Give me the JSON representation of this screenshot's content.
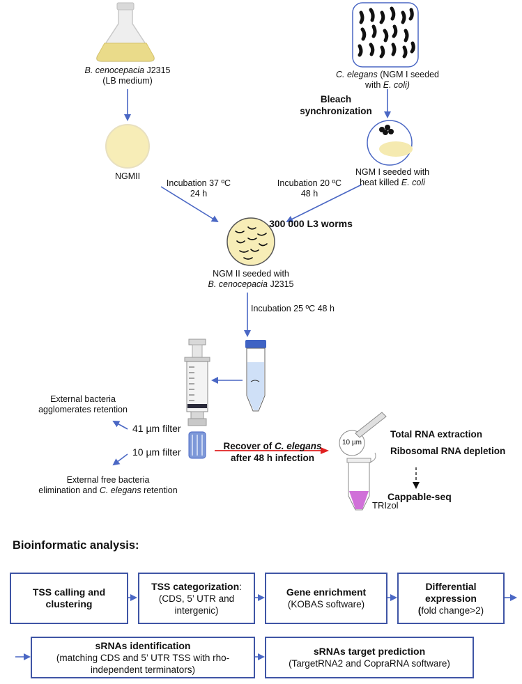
{
  "top": {
    "bcc": {
      "species": "B. cenocepacia",
      "strain": " J2315",
      "medium": "(LB medium)"
    },
    "celegans": {
      "species": "C. elegans",
      "rest1": " (NGM I seeded",
      "line2_a": "with ",
      "line2_b": "E. coli)"
    },
    "bleach": {
      "line1": "Bleach",
      "line2": "synchronization"
    },
    "ngmii_label": "NGMII",
    "ngmi_label": {
      "line1": "NGM I seeded with",
      "line2_a": "heat killed ",
      "line2_b": "E. coli"
    },
    "incubation_left": {
      "line1": "Incubation 37 ºC",
      "line2": "24 h"
    },
    "incubation_right": {
      "line1": "Incubation 20 ºC",
      "line2": "48 h"
    },
    "worms_count": "300 000 L3 worms",
    "ngm2_label": {
      "line1": "NGM II seeded with",
      "line2_a": "B. cenocepacia",
      "line2_b": " J2315"
    },
    "incubation_25": "Incubation 25 ºC 48 h"
  },
  "filtration": {
    "ext_agglom": {
      "line1": "External bacteria",
      "line2": "agglomerates retention"
    },
    "filter41": "41 µm filter",
    "filter10": "10 µm filter",
    "ext_free": {
      "line1": "External free bacteria",
      "line2_a": "elimination and ",
      "line2_b": "C. elegans",
      "line2_c": " retention"
    },
    "recover": {
      "line1_a": "Recover of ",
      "line1_b": "C. elegans",
      "line2": "after 48 h infection"
    },
    "ten_um": "10 µm",
    "trizol": "TRIzol",
    "total_rna": "Total RNA extraction",
    "ribosomal": "Ribosomal RNA depletion",
    "cappable": "Cappable-seq"
  },
  "bioinf": {
    "title": "Bioinformatic analysis:",
    "row1": [
      {
        "head": "TSS calling and clustering",
        "body": ""
      },
      {
        "head": "TSS categorization",
        "head_suffix": ":",
        "body": "(CDS, 5’ UTR and intergenic)"
      },
      {
        "head": "Gene enrichment",
        "body": "(KOBAS software)"
      },
      {
        "head": "Differential expression",
        "body_a": "(",
        "body_b": "fold change>2)"
      }
    ],
    "row2": [
      {
        "head": "sRNAs identification",
        "body": "(matching CDS and 5’ UTR TSS with rho-independent terminators)"
      },
      {
        "head": "sRNAs target prediction",
        "body": "(TargetRNA2 and CopraRNA software)"
      }
    ]
  },
  "colors": {
    "arrow": "#4a67c4",
    "box_border": "#3f55a5",
    "recover_arrow": "#e02020",
    "agar": "#f5eab0",
    "trizol": "#d070d8"
  }
}
